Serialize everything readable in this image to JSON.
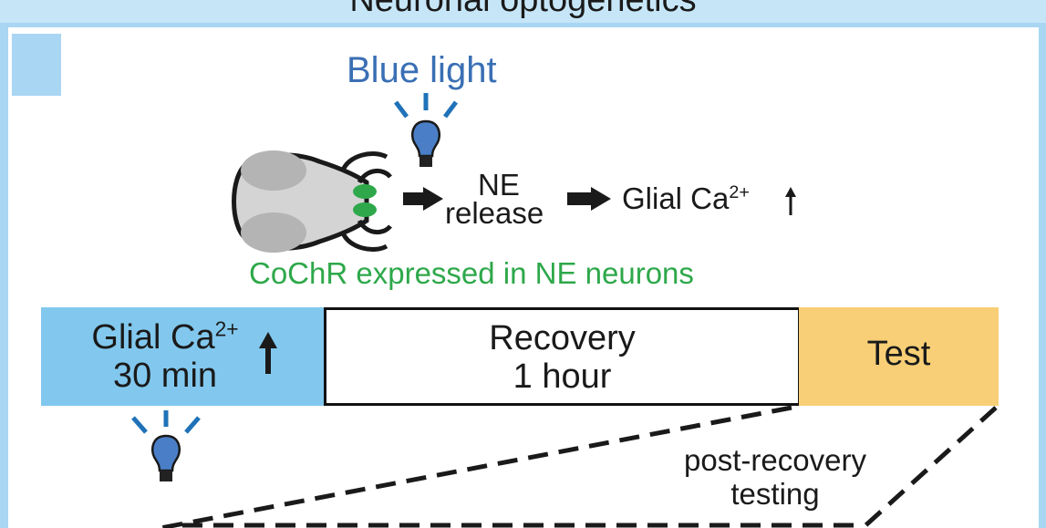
{
  "title": "Neuronal optogenetics",
  "stimulus_label": "Blue light",
  "pathway": {
    "step1_line1": "NE",
    "step1_line2": "release",
    "step2": "Glial Ca",
    "step2_sup": "2+"
  },
  "expression_label": "CoChR expressed in NE neurons",
  "timeline": {
    "phase1_line1": "Glial Ca",
    "phase1_sup": "2+",
    "phase1_line2": "30 min",
    "phase2_line1": "Recovery",
    "phase2_line2": "1 hour",
    "phase3": "Test"
  },
  "post_recovery_line1": "post-recovery",
  "post_recovery_line2": "testing",
  "colors": {
    "frame": "#a9d6f3",
    "blue_light": "#3a6fb4",
    "expression_green": "#2ea84a",
    "phase1": "#82c8ee",
    "phase3": "#f8cf76"
  },
  "icons": [
    "light-bulb-icon",
    "fish-head-icon",
    "arrow-right-icon",
    "arrow-up-icon"
  ]
}
